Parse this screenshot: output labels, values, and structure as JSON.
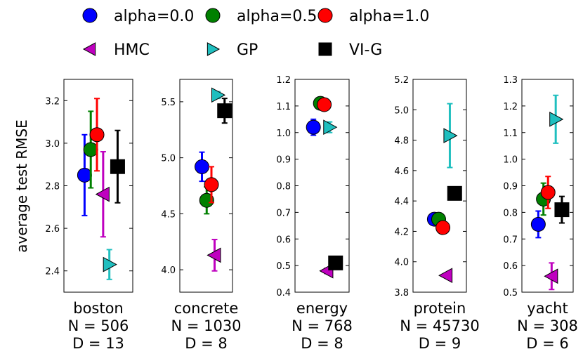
{
  "chart_data": {
    "type": "scatter",
    "ylabel": "average test RMSE",
    "legend": [
      {
        "key": "alpha0",
        "label": "alpha=0.0",
        "marker": "circle",
        "color": "#0000ff"
      },
      {
        "key": "alpha05",
        "label": "alpha=0.5",
        "marker": "circle",
        "color": "#008000"
      },
      {
        "key": "alpha1",
        "label": "alpha=1.0",
        "marker": "circle",
        "color": "#ff0000"
      },
      {
        "key": "hmc",
        "label": "HMC",
        "marker": "triangle-left",
        "color": "#bf00bf"
      },
      {
        "key": "gp",
        "label": "GP",
        "marker": "triangle-right",
        "color": "#1fbfbf"
      },
      {
        "key": "vig",
        "label": "VI-G",
        "marker": "square",
        "color": "#000000"
      }
    ],
    "panels": [
      {
        "name": "boston",
        "n_label": "N = 506",
        "d_label": "D = 13",
        "ylim": [
          2.3,
          3.3
        ],
        "yticks": [
          2.4,
          2.6,
          2.8,
          3.0,
          3.2
        ],
        "ytick_labels": [
          "2.4",
          "2.6",
          "2.8",
          "3.0",
          "3.2"
        ],
        "points": [
          {
            "method": "alpha0",
            "x": 0.3,
            "y": 2.85,
            "err": 0.19
          },
          {
            "method": "alpha05",
            "x": 0.39,
            "y": 2.97,
            "err": 0.18
          },
          {
            "method": "alpha1",
            "x": 0.48,
            "y": 3.04,
            "err": 0.17
          },
          {
            "method": "hmc",
            "x": 0.57,
            "y": 2.76,
            "err": 0.2
          },
          {
            "method": "gp",
            "x": 0.66,
            "y": 2.43,
            "err": 0.07
          },
          {
            "method": "vig",
            "x": 0.78,
            "y": 2.89,
            "err": 0.17
          }
        ]
      },
      {
        "name": "concrete",
        "n_label": "N = 1030",
        "d_label": "D = 8",
        "ylim": [
          3.8,
          5.7
        ],
        "yticks": [
          4.0,
          4.5,
          5.0,
          5.5
        ],
        "ytick_labels": [
          "4.0",
          "4.5",
          "5.0",
          "5.5"
        ],
        "points": [
          {
            "method": "alpha0",
            "x": 0.42,
            "y": 4.92,
            "err": 0.13
          },
          {
            "method": "alpha05",
            "x": 0.51,
            "y": 4.62,
            "err": 0.12
          },
          {
            "method": "alpha1",
            "x": 0.6,
            "y": 4.76,
            "err": 0.16
          },
          {
            "method": "hmc",
            "x": 0.66,
            "y": 4.13,
            "err": 0.14
          },
          {
            "method": "gp",
            "x": 0.72,
            "y": 5.56,
            "err": 0.03
          },
          {
            "method": "vig",
            "x": 0.85,
            "y": 5.42,
            "err": 0.11
          }
        ]
      },
      {
        "name": "energy",
        "n_label": "N = 768",
        "d_label": "D = 8",
        "ylim": [
          0.4,
          1.2
        ],
        "yticks": [
          0.4,
          0.5,
          0.6,
          0.7,
          0.8,
          0.9,
          1.0,
          1.1,
          1.2
        ],
        "ytick_labels": [
          "0.4",
          "0.5",
          "0.6",
          "0.7",
          "0.8",
          "0.9",
          "1.0",
          "1.1",
          "1.2"
        ],
        "points": [
          {
            "method": "alpha0",
            "x": 0.34,
            "y": 1.02,
            "err": 0.03
          },
          {
            "method": "alpha05",
            "x": 0.47,
            "y": 1.11,
            "err": 0.02
          },
          {
            "method": "alpha1",
            "x": 0.54,
            "y": 1.105,
            "err": 0.02
          },
          {
            "method": "hmc",
            "x": 0.59,
            "y": 0.48,
            "err": 0.01
          },
          {
            "method": "gp",
            "x": 0.64,
            "y": 1.02,
            "err": 0.02
          },
          {
            "method": "vig",
            "x": 0.75,
            "y": 0.51,
            "err": 0.01
          }
        ]
      },
      {
        "name": "protein",
        "n_label": "N = 45730",
        "d_label": "D = 9",
        "ylim": [
          3.8,
          5.2
        ],
        "yticks": [
          3.8,
          4.0,
          4.2,
          4.4,
          4.6,
          4.8,
          5.0,
          5.2
        ],
        "ytick_labels": [
          "3.8",
          "4.0",
          "4.2",
          "4.4",
          "4.6",
          "4.8",
          "5.0",
          "5.2"
        ],
        "points": [
          {
            "method": "alpha0",
            "x": 0.4,
            "y": 4.28,
            "err": 0.01
          },
          {
            "method": "alpha05",
            "x": 0.48,
            "y": 4.28,
            "err": 0.01
          },
          {
            "method": "alpha1",
            "x": 0.56,
            "y": 4.225,
            "err": 0.01
          },
          {
            "method": "hmc",
            "x": 0.62,
            "y": 3.91,
            "err": 0.01
          },
          {
            "method": "gp",
            "x": 0.69,
            "y": 4.83,
            "err": 0.21
          },
          {
            "method": "vig",
            "x": 0.78,
            "y": 4.45,
            "err": 0.02
          }
        ]
      },
      {
        "name": "yacht",
        "n_label": "N = 308",
        "d_label": "D = 6",
        "ylim": [
          0.5,
          1.3
        ],
        "yticks": [
          0.5,
          0.6,
          0.7,
          0.8,
          0.9,
          1.0,
          1.1,
          1.2,
          1.3
        ],
        "ytick_labels": [
          "0.5",
          "0.6",
          "0.7",
          "0.8",
          "0.9",
          "1.0",
          "1.1",
          "1.2",
          "1.3"
        ],
        "points": [
          {
            "method": "alpha0",
            "x": 0.32,
            "y": 0.755,
            "err": 0.05
          },
          {
            "method": "alpha05",
            "x": 0.42,
            "y": 0.85,
            "err": 0.06
          },
          {
            "method": "alpha1",
            "x": 0.51,
            "y": 0.875,
            "err": 0.06
          },
          {
            "method": "hmc",
            "x": 0.58,
            "y": 0.56,
            "err": 0.05
          },
          {
            "method": "gp",
            "x": 0.66,
            "y": 1.15,
            "err": 0.09
          },
          {
            "method": "vig",
            "x": 0.78,
            "y": 0.81,
            "err": 0.05
          }
        ]
      }
    ]
  }
}
